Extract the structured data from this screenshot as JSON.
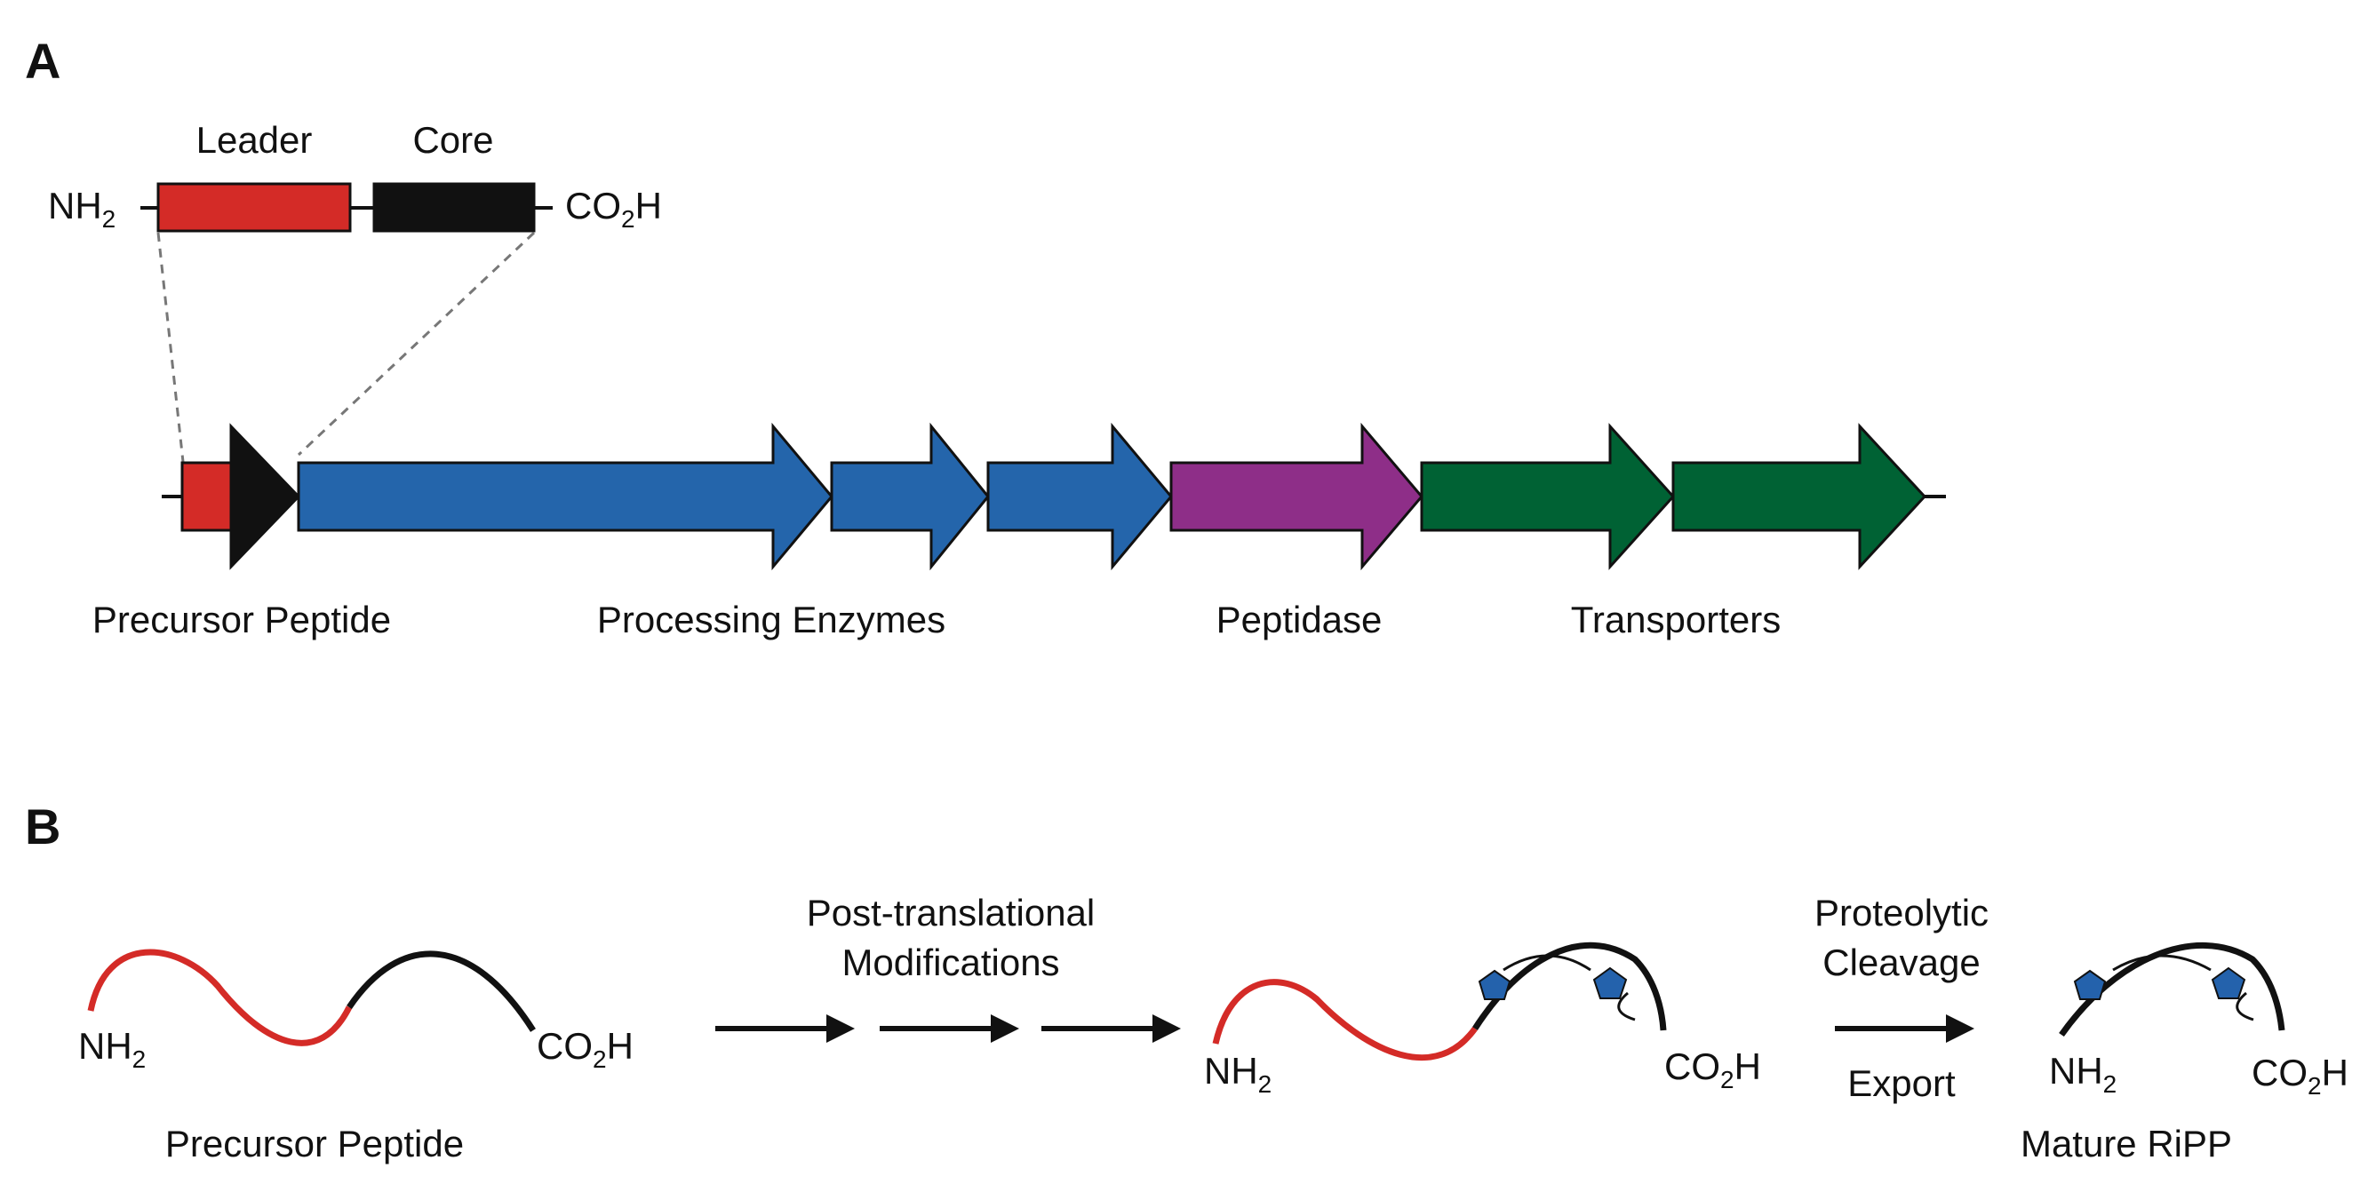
{
  "panel_a": {
    "letter": "A",
    "domain_leader": "Leader",
    "domain_core": "Core",
    "nh2_base": "NH",
    "nh2_sub": "2",
    "co2h_pre": "CO",
    "co2h_sub": "2",
    "co2h_post": "H",
    "label_precursor": "Precursor Peptide",
    "label_processing": "Processing Enzymes",
    "label_peptidase": "Peptidase",
    "label_transporters": "Transporters"
  },
  "panel_b": {
    "letter": "B",
    "nh2_base": "NH",
    "nh2_sub": "2",
    "co2h_pre": "CO",
    "co2h_sub": "2",
    "co2h_post": "H",
    "label_precursor": "Precursor Peptide",
    "ptm_line1": "Post-translational",
    "ptm_line2": "Modifications",
    "cleave_line1": "Proteolytic",
    "cleave_line2": "Cleavage",
    "export": "Export",
    "label_mature": "Mature RiPP"
  },
  "colors": {
    "leader_red": "#d42b27",
    "core_black": "#111111",
    "processing_blue": "#2465ab",
    "peptidase_purple": "#8e2e88",
    "transporter_green": "#006234",
    "pentagon_blue": "#2462ac"
  }
}
